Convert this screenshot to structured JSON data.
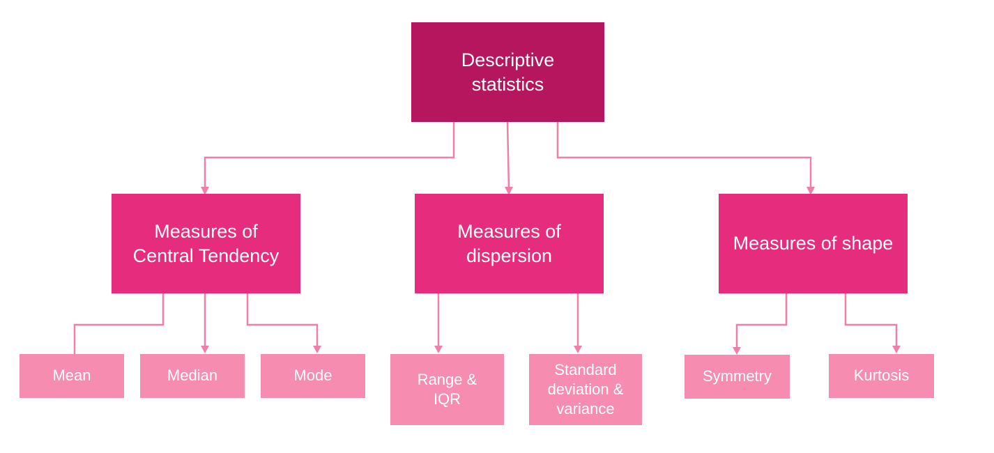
{
  "diagram": {
    "root": {
      "label": "Descriptive statistics",
      "lines": [
        "Descriptive",
        "statistics"
      ]
    },
    "categories": [
      {
        "label": "Measures of Central Tendency",
        "lines": [
          "Measures of",
          "Central Tendency"
        ],
        "children": [
          {
            "lines": [
              "Mean"
            ]
          },
          {
            "lines": [
              "Median"
            ]
          },
          {
            "lines": [
              "Mode"
            ]
          }
        ]
      },
      {
        "label": "Measures of dispersion",
        "lines": [
          "Measures of",
          "dispersion"
        ],
        "children": [
          {
            "lines": [
              "Range &",
              "IQR"
            ]
          },
          {
            "lines": [
              "Standard",
              "deviation &",
              "variance"
            ]
          }
        ]
      },
      {
        "label": "Measures of shape",
        "lines": [
          "Measures of shape"
        ],
        "children": [
          {
            "lines": [
              "Symmetry"
            ]
          },
          {
            "lines": [
              "Kurtosis"
            ]
          }
        ]
      }
    ]
  },
  "colors": {
    "root_fill": "#b5165e",
    "category_fill": "#e62c7c",
    "leaf_fill": "#f68db1",
    "connector": "#ef7fa8",
    "text": "#ffffff"
  }
}
